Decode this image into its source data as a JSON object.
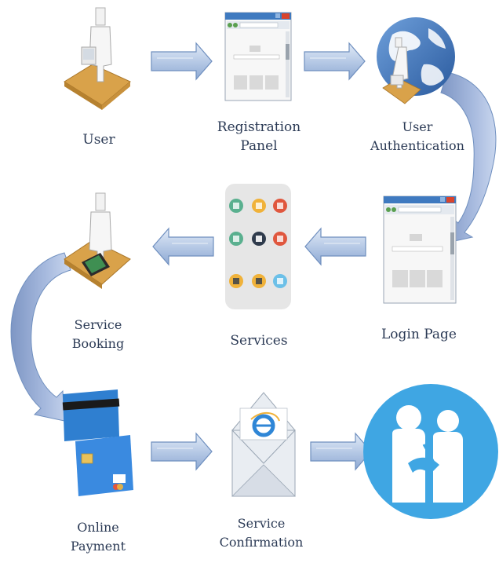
{
  "nodes": [
    {
      "id": "user",
      "label": "User",
      "icon": "user-desk-icon"
    },
    {
      "id": "registration",
      "label": "Registration\nPanel",
      "icon": "browser-window-icon"
    },
    {
      "id": "authentication",
      "label": "User\nAuthentication",
      "icon": "globe-user-icon"
    },
    {
      "id": "login",
      "label": "Login Page",
      "icon": "browser-window-icon"
    },
    {
      "id": "services",
      "label": "Services",
      "icon": "services-grid-icon"
    },
    {
      "id": "booking",
      "label": "Service\nBooking",
      "icon": "user-tablet-icon"
    },
    {
      "id": "payment",
      "label": "Online\nPayment",
      "icon": "credit-cards-icon"
    },
    {
      "id": "confirmation",
      "label": "Service\nConfirmation",
      "icon": "email-envelope-icon"
    },
    {
      "id": "handshake",
      "label": "",
      "icon": "handshake-icon"
    }
  ],
  "edges": [
    [
      "user",
      "registration"
    ],
    [
      "registration",
      "authentication"
    ],
    [
      "authentication",
      "login"
    ],
    [
      "login",
      "services"
    ],
    [
      "services",
      "booking"
    ],
    [
      "booking",
      "payment"
    ],
    [
      "payment",
      "confirmation"
    ],
    [
      "confirmation",
      "handshake"
    ]
  ],
  "colors": {
    "arrow_fill": "#b8cbe6",
    "arrow_stroke": "#6f8fbf",
    "curve_fill": "#8fa6cf",
    "label_text": "#2b3a55",
    "desk": "#d9a24a",
    "globe": "#3f74b5",
    "handshake_bg": "#3fa6e3",
    "card_blue": "#2f7fd0",
    "services_bg": "#e6e6e6"
  }
}
